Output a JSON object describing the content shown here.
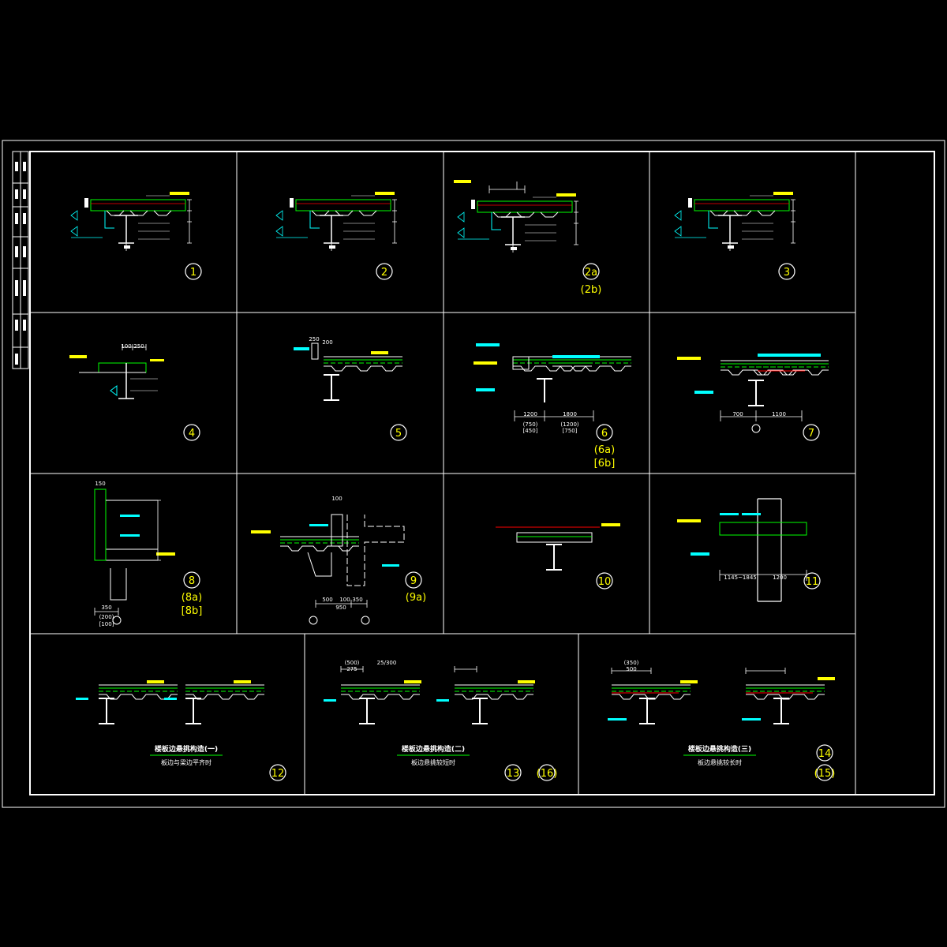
{
  "sheet": {
    "background": "#000000",
    "line_color": "#ffffff",
    "accent_yellow": "#ffff00",
    "accent_cyan": "#00ffff",
    "accent_green": "#00ff00",
    "accent_red": "#ff0000"
  },
  "details": [
    {
      "id": "d1",
      "marks": [
        "1"
      ],
      "bracket": "",
      "square": ""
    },
    {
      "id": "d2",
      "marks": [
        "2"
      ],
      "bracket": "",
      "square": ""
    },
    {
      "id": "d2a",
      "marks": [
        "2a"
      ],
      "bracket": "(2b)",
      "square": ""
    },
    {
      "id": "d3",
      "marks": [
        "3"
      ],
      "bracket": "",
      "square": ""
    },
    {
      "id": "d4",
      "marks": [
        "4"
      ],
      "bracket": "",
      "square": ""
    },
    {
      "id": "d5",
      "marks": [
        "5"
      ],
      "bracket": "",
      "square": ""
    },
    {
      "id": "d6",
      "marks": [
        "6"
      ],
      "bracket": "(6a)",
      "square": "[6b]"
    },
    {
      "id": "d7",
      "marks": [
        "7"
      ],
      "bracket": "",
      "square": ""
    },
    {
      "id": "d8",
      "marks": [
        "8"
      ],
      "bracket": "(8a)",
      "square": "[8b]"
    },
    {
      "id": "d9",
      "marks": [
        "9"
      ],
      "bracket": "(9a)",
      "square": ""
    },
    {
      "id": "d10",
      "marks": [
        "10"
      ],
      "bracket": "",
      "square": ""
    },
    {
      "id": "d11",
      "marks": [
        "11"
      ],
      "bracket": "",
      "square": ""
    },
    {
      "id": "d12",
      "marks": [
        "12"
      ],
      "bracket": "",
      "square": ""
    },
    {
      "id": "d13",
      "marks": [
        "13",
        "(16)"
      ],
      "bracket": "",
      "square": ""
    },
    {
      "id": "d14",
      "marks": [
        "14"
      ],
      "bracket": "(15)",
      "square": ""
    }
  ],
  "dims": {
    "d6_left": "1200",
    "d6_right": "1800",
    "d6_left_a": "(750)",
    "d6_left_b": "[450]",
    "d6_right_a": "(1200)",
    "d6_right_b": "[750]",
    "d7_left": "700",
    "d7_right": "1100",
    "d8_top": "150",
    "d8_bottom": "350",
    "d8_bottom_a": "(200)",
    "d8_bottom_b": "[100]",
    "d9_top": "100",
    "d9_a": "500",
    "d9_b": "100",
    "d9_c": "350",
    "d9_total": "950",
    "d11_left": "1145~1845",
    "d11_right": "1200",
    "d13_a": "(500)",
    "d13_b": "275",
    "d13_c": "25/300",
    "d14_a": "(350)",
    "d14_b": "500",
    "d4_a": "100",
    "d4_b": "250",
    "d5_a": "250",
    "d5_b": "200"
  },
  "captions": {
    "c12_title": "楼板边悬挑构造(一)",
    "c12_sub": "板边与梁边平齐时",
    "c13_title": "楼板边悬挑构造(二)",
    "c13_sub": "板边悬挑较短时",
    "c14_title": "楼板边悬挑构造(三)",
    "c14_sub": "板边悬挑较长时"
  }
}
